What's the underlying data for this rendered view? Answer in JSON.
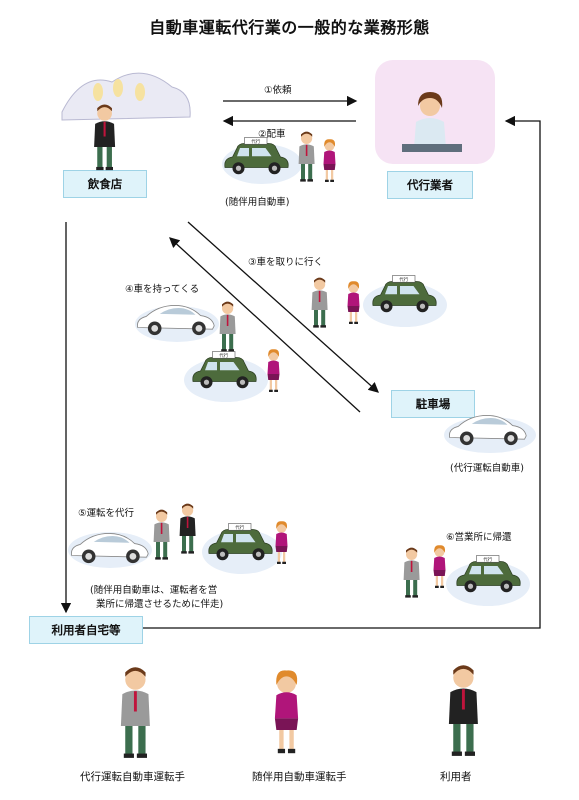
{
  "title": "自動車運転代行業の一般的な業務形態",
  "nodes": {
    "restaurant": "飲食店",
    "operator": "代行業者",
    "parking": "駐車場",
    "home": "利用者自宅等"
  },
  "steps": {
    "s1": "①依頼",
    "s2": "②配車",
    "s3": "③車を取りに行く",
    "s4": "④車を持ってくる",
    "s5": "⑤運転を代行",
    "s6": "⑥営業所に帰還"
  },
  "notes": {
    "escort_car": "(随伴用自動車)",
    "driven_car": "(代行運転自動車)",
    "escort_note_line1": "(随伴用自動車は、運転者を営",
    "escort_note_line2": "業所に帰還させるために伴走)"
  },
  "legend": {
    "driver": "代行運転自動車運転手",
    "escort_driver": "随伴用自動車運転手",
    "customer": "利用者"
  },
  "car_sign": "代行",
  "colors": {
    "box_fill": "#dff3fa",
    "box_border": "#9ed3e6",
    "escort_car": "#4d6b3c",
    "driven_car": "#ffffff",
    "male_suit": "#9a9a9a",
    "female_vest": "#b0157a"
  }
}
